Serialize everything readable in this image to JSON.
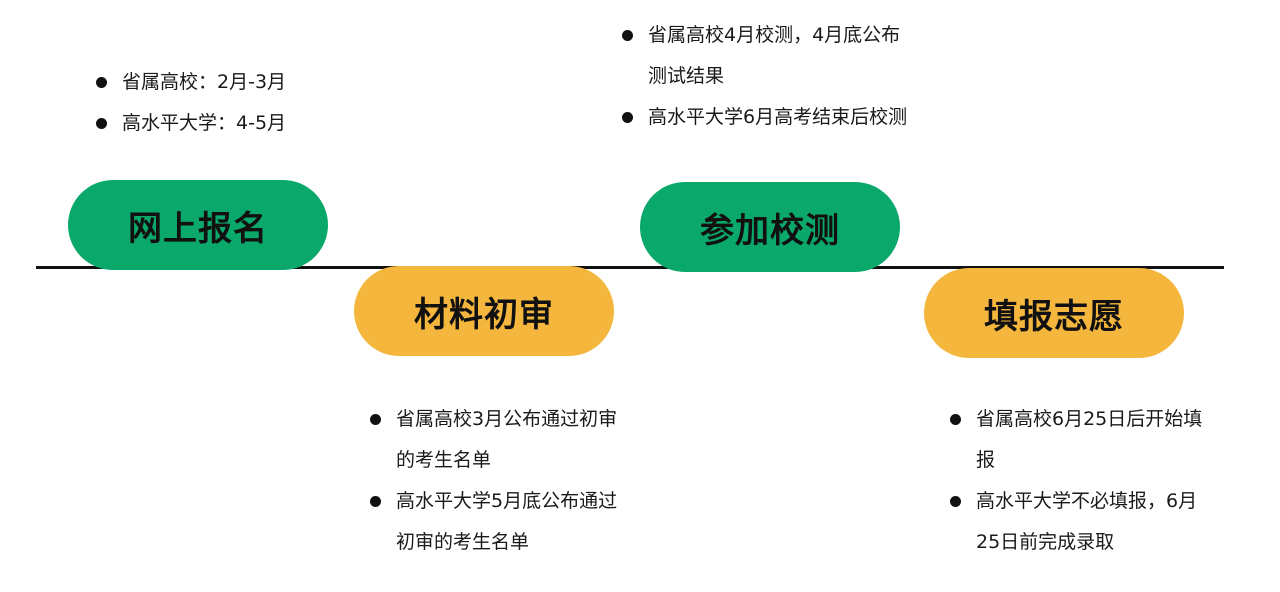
{
  "stages": [
    {
      "label": "网上报名",
      "color": "#0aa86a",
      "notes": [
        "省属高校：2月-3月",
        "高水平大学：4-5月"
      ]
    },
    {
      "label": "材料初审",
      "color": "#f5b63d",
      "notes": [
        "省属高校3月公布通过初审的考生名单",
        "高水平大学5月底公布通过初审的考生名单"
      ]
    },
    {
      "label": "参加校测",
      "color": "#0aa86a",
      "notes": [
        "省属高校4月校测，4月底公布测试结果",
        "高水平大学6月高考结束后校测"
      ]
    },
    {
      "label": "填报志愿",
      "color": "#f5b63d",
      "notes": [
        "省属高校6月25日后开始填报",
        "高水平大学不必填报，6月25日前完成录取"
      ]
    }
  ]
}
